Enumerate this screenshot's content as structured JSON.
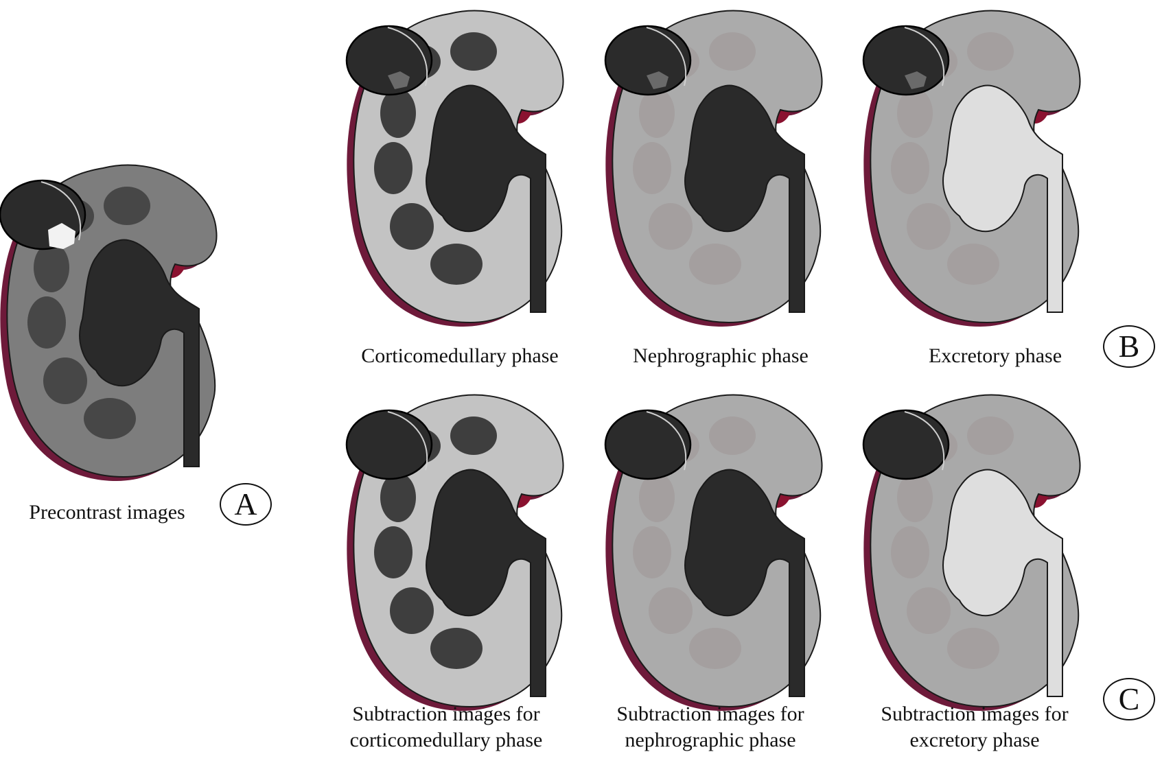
{
  "panels": {
    "a": {
      "letter": "A",
      "caption": "Precontrast images"
    },
    "b": {
      "letter": "B",
      "captions": [
        "Corticomedullary phase",
        "Nephrographic phase",
        "Excretory phase"
      ]
    },
    "c": {
      "letter": "C",
      "captions": [
        [
          "Subtraction images for",
          "corticomedullary phase"
        ],
        [
          "Subtraction images for",
          "nephrographic phase"
        ],
        [
          "Subtraction images for",
          "excretory phase"
        ]
      ]
    }
  },
  "kidneys": [
    {
      "id": "precontrast",
      "cortex": "#7d7d7d",
      "medulla": "#474747",
      "sinus": "#2a2a2a",
      "lesion": "bright"
    },
    {
      "id": "corticomedullary",
      "cortex": "#c3c3c3",
      "medulla": "#3e3e3e",
      "sinus": "#2a2a2a",
      "lesion": "faint"
    },
    {
      "id": "nephrographic",
      "cortex": "#ababab",
      "medulla": "#a49f9f",
      "sinus": "#2a2a2a",
      "lesion": "faint"
    },
    {
      "id": "excretory",
      "cortex": "#a9a9a9",
      "medulla": "#a49f9f",
      "sinus": "#dedede",
      "lesion": "faint"
    },
    {
      "id": "sub-corticomedullary",
      "cortex": "#c3c3c3",
      "medulla": "#3e3e3e",
      "sinus": "#2a2a2a",
      "lesion": "none"
    },
    {
      "id": "sub-nephrographic",
      "cortex": "#ababab",
      "medulla": "#a49f9f",
      "sinus": "#2a2a2a",
      "lesion": "none"
    },
    {
      "id": "sub-excretory",
      "cortex": "#a9a9a9",
      "medulla": "#a49f9f",
      "sinus": "#dedede",
      "lesion": "none"
    }
  ],
  "colors": {
    "capsule": "#6e1a3a",
    "vessel": "#8a1230",
    "tumor": "#2b2b2b",
    "outline": "#1a1a1a"
  }
}
